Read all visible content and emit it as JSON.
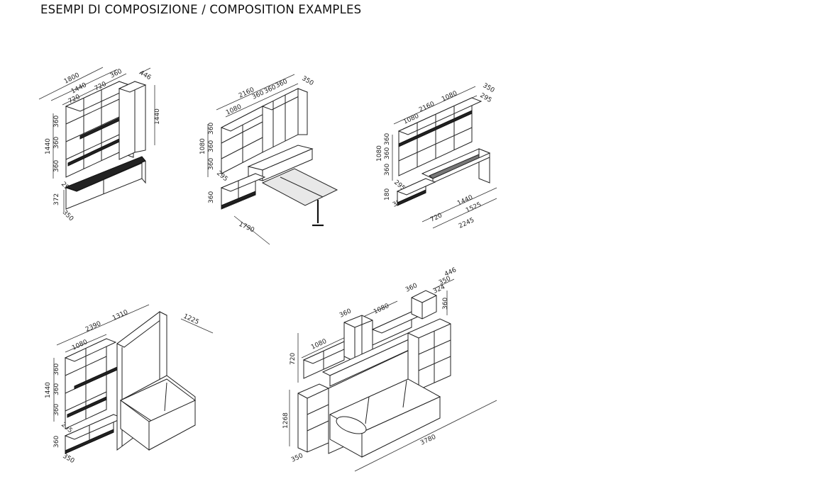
{
  "title": "ESEMPI DI COMPOSIZIONE / COMPOSITION EXAMPLES",
  "compositions": [
    {
      "id": "A",
      "dims": {
        "d1800": "1800",
        "d1440top": "1440",
        "d720": "720",
        "d360top": "360",
        "d446": "446",
        "d720b": "720",
        "d1440right": "1440",
        "d360a": "360",
        "d360b": "360",
        "d360c": "360",
        "d1440left": "1440",
        "d295": "295",
        "d372": "372",
        "d350": "350"
      }
    },
    {
      "id": "B",
      "dims": {
        "d2160": "2160",
        "d1080top": "1080",
        "d360a": "360",
        "d360b": "360",
        "d360c": "360",
        "d350": "350",
        "dv360a": "360",
        "dv360b": "360",
        "dv360c": "360",
        "d1080left": "1080",
        "d295": "295",
        "d360low": "360",
        "d1790": "1790"
      }
    },
    {
      "id": "C",
      "dims": {
        "d2160": "2160",
        "d1080a": "1080",
        "d1080b": "1080",
        "d350": "350",
        "d295top": "295",
        "dv360a": "360",
        "dv360b": "360",
        "dv360c": "360",
        "d1080left": "1080",
        "d295": "295",
        "d180": "180",
        "d720": "720",
        "d1440": "1440",
        "d1525": "1525",
        "d2245": "2245"
      }
    },
    {
      "id": "D",
      "dims": {
        "d2390": "2390",
        "d1310": "1310",
        "d1225": "1225",
        "d1080": "1080",
        "dv360a": "360",
        "dv360b": "360",
        "dv360c": "360",
        "d1440": "1440",
        "d295": "295",
        "d360low": "360",
        "d350": "350"
      }
    },
    {
      "id": "E",
      "dims": {
        "d446": "446",
        "d350": "350",
        "d324": "324",
        "d360top": "360",
        "d1080top": "1080",
        "d360mid": "360",
        "d360right": "360",
        "d1080left": "1080",
        "d720": "720",
        "d1268": "1268",
        "d350low": "350",
        "d3780": "3780"
      }
    }
  ]
}
